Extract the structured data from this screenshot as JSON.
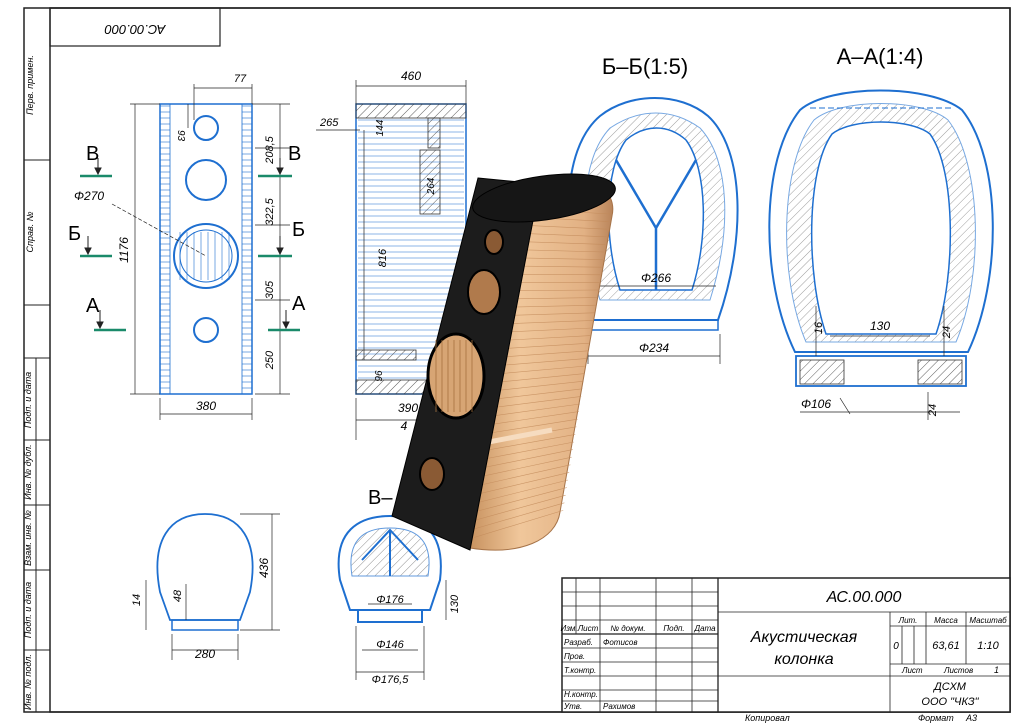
{
  "frame": {
    "mirrored_code": "АС.00.000",
    "side_labels": [
      "Перв. примен.",
      "Справ. №",
      "Подп. и дата",
      "Инв. № дубл.",
      "Взам. инв. №",
      "Подп. и дата",
      "Инв. № подл."
    ]
  },
  "dimensions": {
    "front": {
      "d77": "77",
      "d93": "93",
      "d2085": "208,5",
      "d3225": "322,5",
      "d305": "305",
      "d250": "250",
      "d1176": "1176",
      "d380": "380",
      "phi270": "Φ270"
    },
    "side": {
      "d460": "460",
      "d265": "265",
      "d144": "144",
      "d264": "264",
      "d816": "816",
      "d96": "96",
      "d390": "390",
      "d4": "4"
    },
    "bottom": {
      "d436": "436",
      "d14": "14",
      "d48": "48",
      "d280": "280"
    },
    "section_v": {
      "phi176": "Φ176",
      "d130": "130",
      "phi146": "Φ146",
      "phi1765": "Φ176,5"
    },
    "section_bb": {
      "phi266": "Φ266",
      "phi234": "Φ234"
    },
    "section_aa": {
      "d16": "16",
      "d130": "130",
      "d24a": "24",
      "d24b": "24",
      "phi106": "Φ106"
    }
  },
  "section_marks": {
    "V": "В",
    "B": "Б",
    "A": "А",
    "V_partial": "В–"
  },
  "section_titles": {
    "bb": "Б–Б(1:5)",
    "aa": "А–А(1:4)"
  },
  "title_block": {
    "designation": "АС.00.000",
    "title_line1": "Акустическая",
    "title_line2": "колонка",
    "headers": {
      "izm": "Изм.",
      "list": "Лист",
      "doc": "№ докум.",
      "podp": "Подп.",
      "data": "Дата"
    },
    "rows": [
      {
        "role": "Разраб.",
        "name": "Фотисов"
      },
      {
        "role": "Пров.",
        "name": ""
      },
      {
        "role": "Т.контр.",
        "name": ""
      },
      {
        "role": "",
        "name": ""
      },
      {
        "role": "Н.контр.",
        "name": ""
      },
      {
        "role": "Утв.",
        "name": "Рахимов"
      }
    ],
    "lit_label": "Лит.",
    "mass_label": "Масса",
    "scale_label": "Масштаб",
    "lit_value": "0",
    "mass_value": "63,61",
    "scale_value": "1:10",
    "sheet_label": "Лист",
    "sheets_label": "Листов",
    "sheets_value": "1",
    "org_line1": "ДСХМ",
    "org_line2": "ООО \"ЧКЗ\"",
    "copied": "Копировал",
    "format_label": "Формат",
    "format_value": "А3"
  },
  "colors": {
    "line": "#1a1a1a",
    "blue": "#1e6fd0",
    "green": "#1a8a6a",
    "wood": "#e6b98b",
    "wood_dark": "#c99466",
    "panel": "#1c1c1c"
  }
}
